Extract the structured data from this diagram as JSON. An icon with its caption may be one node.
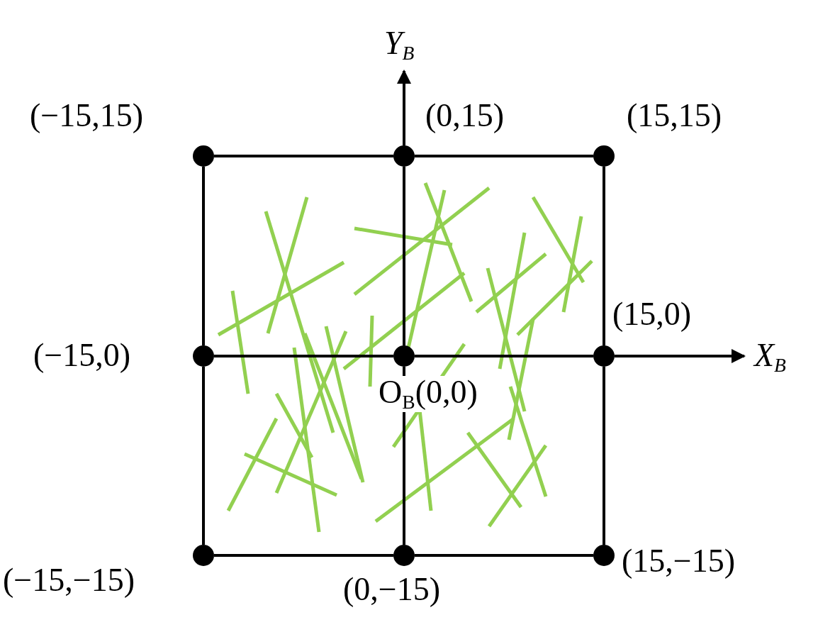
{
  "diagram": {
    "nodes": [
      {
        "text": [],
        "shape": "circle",
        "beside": [
          "(−15,15)"
        ]
      },
      {
        "text": [],
        "shape": "circle",
        "beside": [
          "(0,15)"
        ]
      },
      {
        "text": [],
        "shape": "circle",
        "beside": [
          "(15,15)"
        ]
      },
      {
        "text": [],
        "shape": "circle",
        "beside": [
          "(−15,0)"
        ]
      },
      {
        "text": [],
        "shape": "circle",
        "beside": [
          "O$_{B}$(0,0)"
        ]
      },
      {
        "text": [],
        "shape": "circle",
        "beside": [
          "(15,0)"
        ]
      },
      {
        "text": [],
        "shape": "circle",
        "beside": [
          "(−15,−15)"
        ]
      },
      {
        "text": [],
        "shape": "circle",
        "beside": [
          "(0,−15)"
        ]
      },
      {
        "text": [],
        "shape": "circle",
        "beside": [
          "(15,−15)"
        ]
      }
    ],
    "edges": [
      {
        "from": 0,
        "to": 1,
        "arrow": "none"
      },
      {
        "from": 1,
        "to": 2,
        "arrow": "none"
      },
      {
        "from": 3,
        "to": 4,
        "arrow": "none"
      },
      {
        "from": 4,
        "to": 5,
        "arrow": "none"
      },
      {
        "from": 6,
        "to": 7,
        "arrow": "none"
      },
      {
        "from": 7,
        "to": 8,
        "arrow": "none"
      },
      {
        "from": 0,
        "to": 3,
        "arrow": "none"
      },
      {
        "from": 3,
        "to": 6,
        "arrow": "none"
      },
      {
        "from": 1,
        "to": 4,
        "arrow": "none"
      },
      {
        "from": 4,
        "to": 7,
        "arrow": "none"
      },
      {
        "from": 2,
        "to": 5,
        "arrow": "none"
      },
      {
        "from": 5,
        "to": 8,
        "arrow": "none"
      }
    ],
    "labels": [
      "Y$_{B}$",
      "X$_{B}$"
    ]
  }
}
